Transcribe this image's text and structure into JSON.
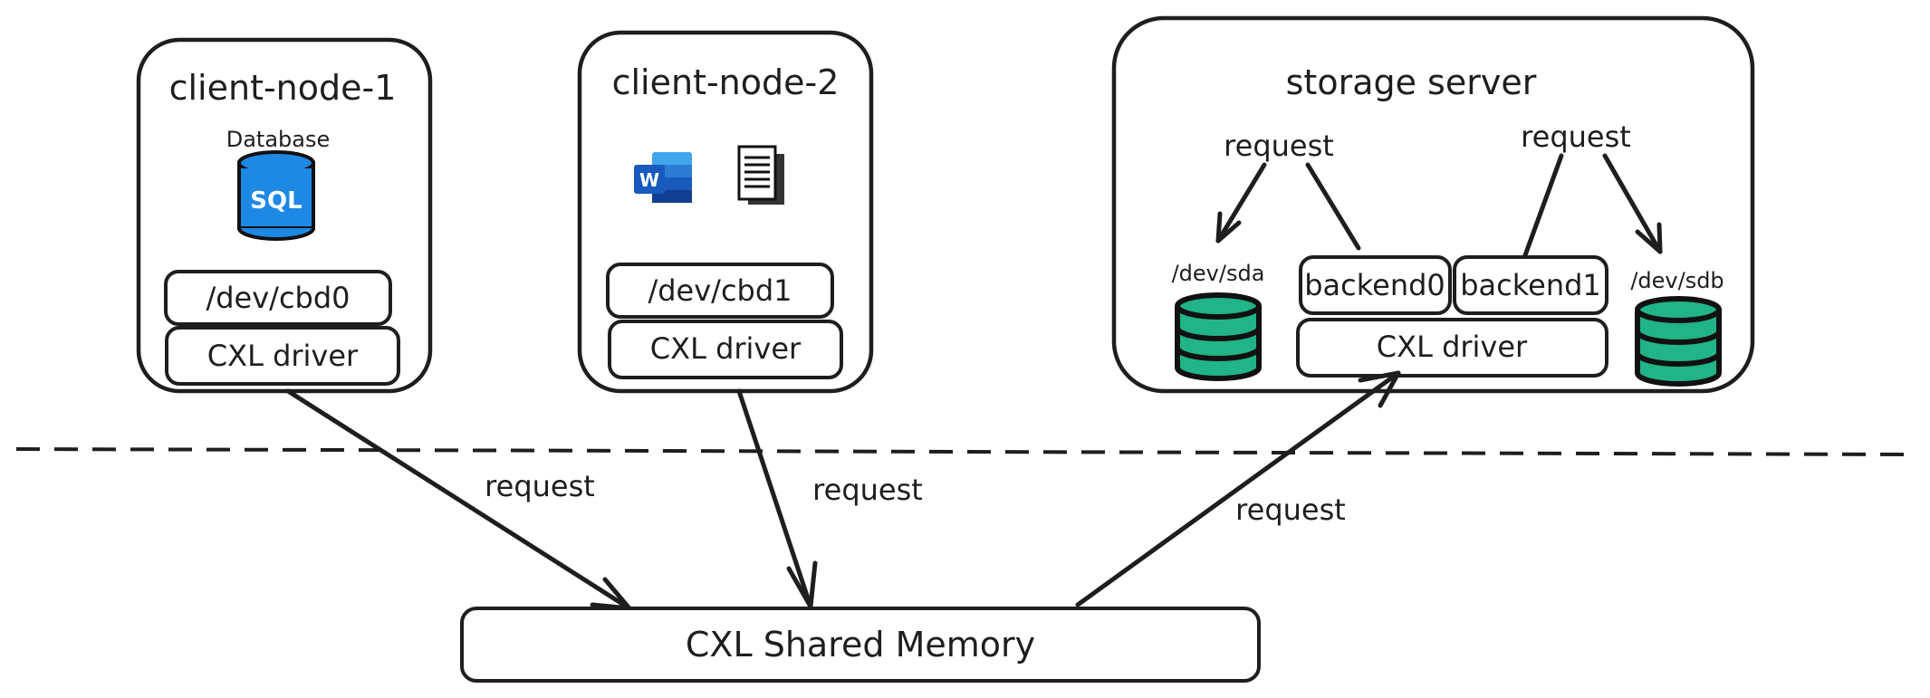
{
  "nodes": {
    "client1": {
      "title": "client-node-1",
      "db_label": "Database",
      "db_icon_text": "SQL",
      "device": "/dev/cbd0",
      "driver": "CXL driver"
    },
    "client2": {
      "title": "client-node-2",
      "device": "/dev/cbd1",
      "driver": "CXL driver"
    },
    "storage": {
      "title": "storage server",
      "request_left": "request",
      "request_right": "request",
      "disk_left_label": "/dev/sda",
      "disk_right_label": "/dev/sdb",
      "backend0": "backend0",
      "backend1": "backend1",
      "driver": "CXL driver"
    }
  },
  "shared_memory": {
    "label": "CXL Shared Memory"
  },
  "arrows": {
    "client1_request": "request",
    "client2_request": "request",
    "storage_request": "request"
  },
  "colors": {
    "stroke": "#1e1e1e",
    "sql_blue": "#1e88e5",
    "disk_green": "#20b486",
    "word_blue": "#185abd",
    "background": "#ffffff"
  },
  "icons": [
    "database-sql-icon",
    "word-document-icon",
    "text-document-icon",
    "disk-icon",
    "disk-icon"
  ]
}
